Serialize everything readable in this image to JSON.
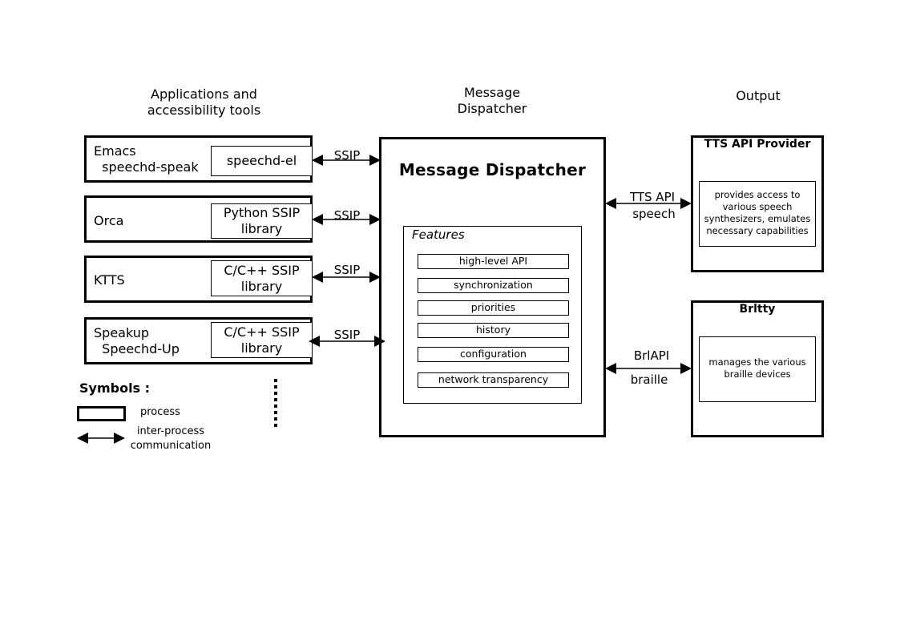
{
  "headings": {
    "applications": "Applications and\naccessibility tools",
    "dispatcher": "Message\nDispatcher",
    "output": "Output"
  },
  "apps": [
    {
      "label": "Emacs\n  speechd-speak",
      "library": "speechd-el",
      "protocol": "SSIP"
    },
    {
      "label": "Orca",
      "library": "Python SSIP\nlibrary",
      "protocol": "SSIP"
    },
    {
      "label": "KTTS",
      "library": "C/C++ SSIP\nlibrary",
      "protocol": "SSIP"
    },
    {
      "label": "Speakup\n  Speechd-Up",
      "library": "C/C++ SSIP\nlibrary",
      "protocol": "SSIP"
    }
  ],
  "dispatcher": {
    "title": "Message Dispatcher",
    "features_title": "Features",
    "features": [
      "high-level API",
      "synchronization",
      "priorities",
      "history",
      "configuration",
      "network transparency"
    ]
  },
  "outputs": [
    {
      "title": "TTS API Provider",
      "description": "provides access to\nvarious speech\nsynthesizers, emulates\nnecessary capabilities",
      "protocol": "TTS API",
      "protocol_sub": "speech"
    },
    {
      "title": "Brltty",
      "description": "manages the various\nbraille devices",
      "protocol": "BrlAPI",
      "protocol_sub": "braille"
    }
  ],
  "legend": {
    "title": "Symbols :",
    "process": "process",
    "ipc": "inter-process\ncommunication"
  }
}
